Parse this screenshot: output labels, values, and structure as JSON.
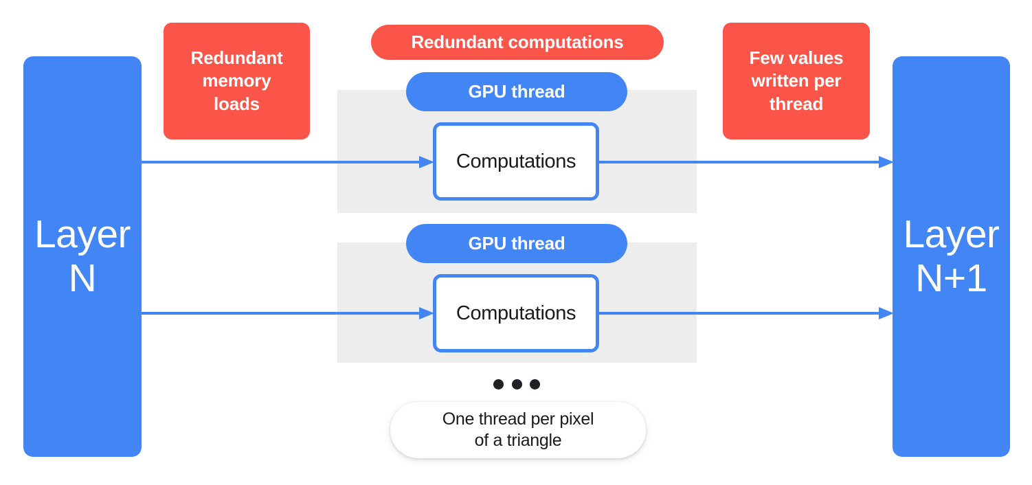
{
  "diagram": {
    "title": "GPU layer-to-layer computation redundancy",
    "colors": {
      "blue": "#4285F4",
      "red": "#FA5548",
      "gray_band": "#EDEDED",
      "dot": "#202124",
      "text_dark": "#1a1a1a",
      "text_light": "#ffffff",
      "canvas": "#ffffff"
    },
    "layers": {
      "left": {
        "label": "Layer\nN"
      },
      "right": {
        "label": "Layer\nN+1"
      }
    },
    "callouts": {
      "memory_loads": {
        "label": "Redundant\nmemory\nloads"
      },
      "redundant_computations": {
        "label": "Redundant computations"
      },
      "few_values": {
        "label": "Few values\nwritten per\nthread"
      }
    },
    "threads": [
      {
        "pill_label": "GPU thread",
        "box_label": "Computations"
      },
      {
        "pill_label": "GPU thread",
        "box_label": "Computations"
      }
    ],
    "ellipsis": {
      "dot_count": 3
    },
    "note": {
      "label": "One thread per pixel\nof a triangle"
    },
    "arrows": [
      {
        "name": "layer-n-to-thread-1",
        "direction": "right"
      },
      {
        "name": "layer-n-to-thread-2",
        "direction": "right"
      },
      {
        "name": "thread-1-to-layer-n1",
        "direction": "right"
      },
      {
        "name": "thread-2-to-layer-n1",
        "direction": "right"
      }
    ]
  }
}
